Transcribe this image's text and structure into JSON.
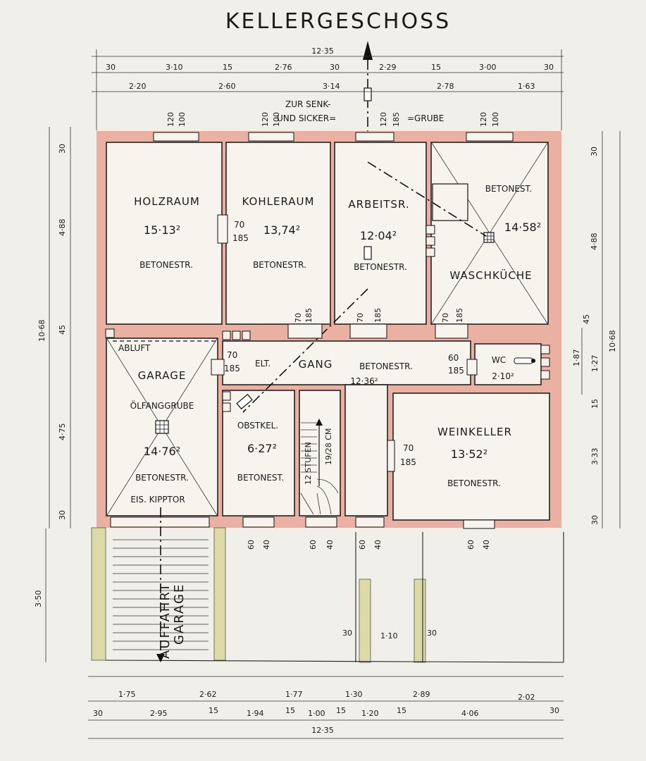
{
  "title": "KELLERGESCHOSS",
  "sewer_note": {
    "line1": "ZUR SENK-",
    "line2": "UND SICKER=",
    "line3": "=GRUBE"
  },
  "rooms": {
    "holzraum": {
      "name": "HOLZRAUM",
      "area": "15·13²",
      "floor": "BETONESTR."
    },
    "kohleraum": {
      "name": "KOHLERAUM",
      "area": "13,74²",
      "floor": "BETONESTR."
    },
    "arbeitsraum": {
      "name": "ARBEITSR.",
      "area": "12·04²",
      "floor": "BETONESTR."
    },
    "waschkueche": {
      "name": "WASCHKÜCHE",
      "area": "14·58²",
      "floor": "BETONEST."
    },
    "garage": {
      "name": "GARAGE",
      "area": "14·76²",
      "floor": "BETONESTR.",
      "pit": "ÖLFANGGRUBE",
      "exhaust": "ABLUFT",
      "door": "EIS. KIPPTOR"
    },
    "gang": {
      "name": "GANG",
      "area": "12·36²",
      "floor": "BETONESTR.",
      "elt": "ELT."
    },
    "wc": {
      "name": "WC",
      "area": "2·10²"
    },
    "obstkeller": {
      "name": "OBSTKEL.",
      "area": "6·27²",
      "floor": "BETONEST."
    },
    "stairs": {
      "label1": "12 STUFEN",
      "label2": "19/28 CM"
    },
    "weinkeller": {
      "name": "WEINKELLER",
      "area": "13·52²",
      "floor": "BETONESTR."
    }
  },
  "driveway": {
    "line1": "AUFFAHRT",
    "line2": "GARAGE"
  },
  "windows": [
    {
      "top": "120",
      "bottom": "100"
    },
    {
      "top": "120",
      "bottom": "100"
    },
    {
      "top": "120",
      "bottom": "185"
    },
    {
      "top": "120",
      "bottom": "100"
    }
  ],
  "doors": {
    "d_holz_kohle": {
      "w": "70",
      "h": "185"
    },
    "d_kohle": {
      "w": "70",
      "h": "185"
    },
    "d_arbeit": {
      "w": "70",
      "h": "185"
    },
    "d_wasch": {
      "w": "70",
      "h": "185"
    },
    "d_garage_gang": {
      "w": "70",
      "h": "185"
    },
    "d_wc": {
      "w": "60",
      "h": "185"
    },
    "d_wein": {
      "w": "70",
      "h": "185"
    }
  },
  "bottom_windows": [
    {
      "a": "60",
      "b": "40"
    },
    {
      "a": "60",
      "b": "40"
    },
    {
      "a": "60",
      "b": "40"
    },
    {
      "a": "60",
      "b": "40"
    }
  ],
  "dims_top": {
    "total": "12·35",
    "row1": [
      "30",
      "3·10",
      "15",
      "2·76",
      "30",
      "2·29",
      "15",
      "3·00",
      "30"
    ],
    "row2": [
      "2·20",
      "2·60",
      "3·14",
      "2·78",
      "1·63"
    ]
  },
  "dims_bottom": {
    "row1": [
      "1·75",
      "2·62",
      "1·77",
      "1·30",
      "2·89",
      "2·02"
    ],
    "row2": [
      "30",
      "2·95",
      "15",
      "1·94",
      "15",
      "1·00",
      "15",
      "1·20",
      "15",
      "4·06",
      "30"
    ],
    "total": "12·35",
    "driveway": [
      "30",
      "1·10",
      "30"
    ]
  },
  "dims_left": {
    "outer": "10·68",
    "parts": [
      "30",
      "4·88",
      "45",
      "4·75",
      "30"
    ],
    "extension": "3·50"
  },
  "dims_right": {
    "outer": "10·68",
    "parts": [
      "30",
      "4·88",
      "45",
      "1·87",
      "1·27",
      "15",
      "3·33",
      "30"
    ]
  },
  "colors": {
    "wall": "#e9a697",
    "paper": "#f1efea",
    "ink": "#1a1a1a"
  }
}
